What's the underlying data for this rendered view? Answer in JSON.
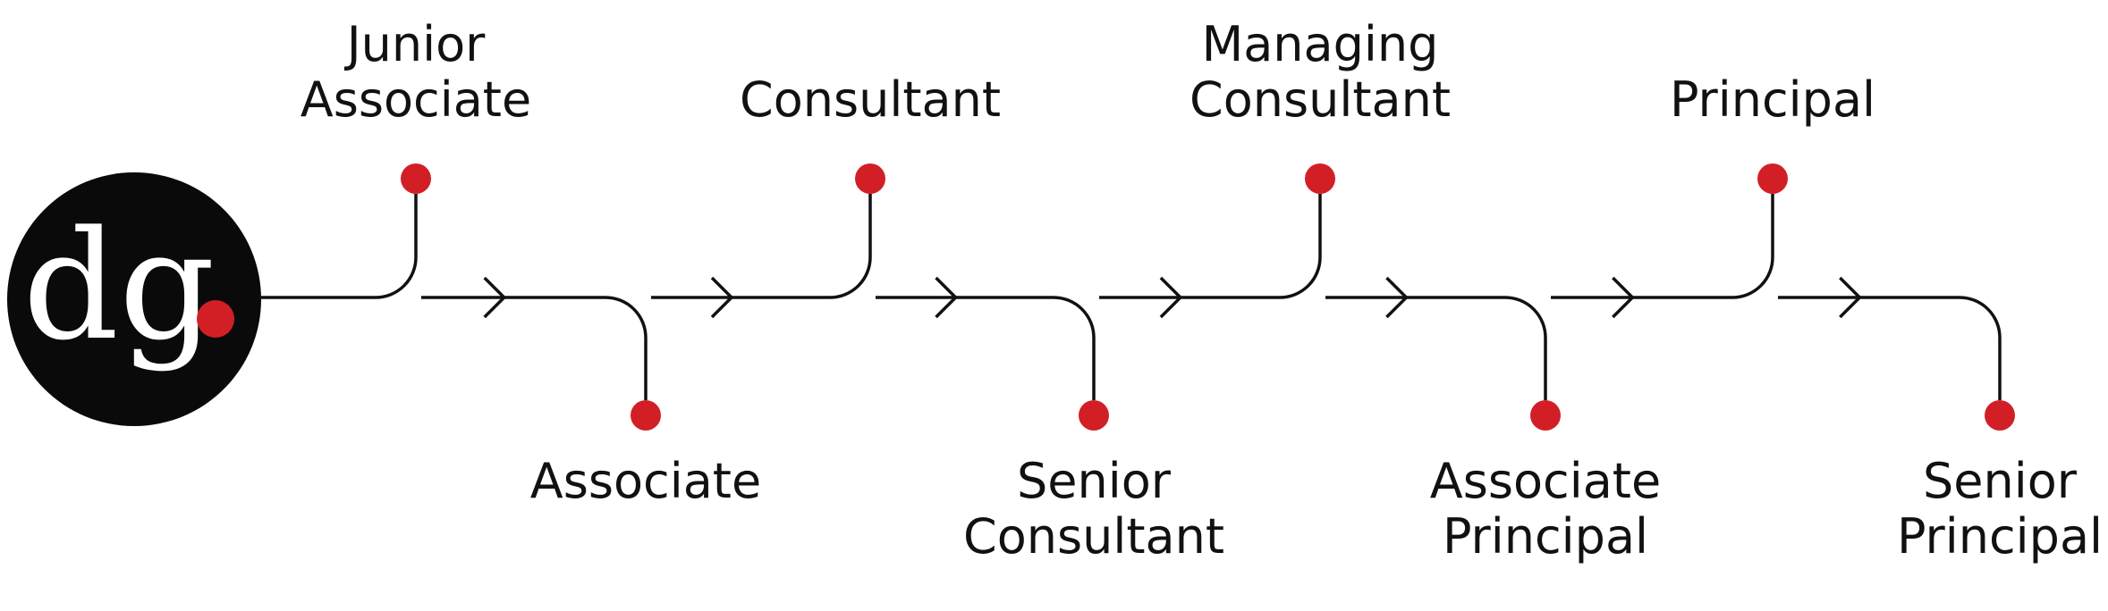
{
  "logo": {
    "text": "dg",
    "bg_color": "#0a0a0a",
    "fg_color": "#ffffff",
    "dot_color": "#d21f26"
  },
  "colors": {
    "line": "#111111",
    "node": "#d21f26",
    "text": "#111111"
  },
  "icons": {
    "connector": "arrow-right-icon",
    "milestone": "red-dot-icon"
  },
  "stages": [
    {
      "title": [
        "Junior",
        "Associate"
      ],
      "side": "top"
    },
    {
      "title": [
        "Associate"
      ],
      "side": "bottom"
    },
    {
      "title": [
        "Consultant"
      ],
      "side": "top"
    },
    {
      "title": [
        "Senior",
        "Consultant"
      ],
      "side": "bottom"
    },
    {
      "title": [
        "Managing",
        "Consultant"
      ],
      "side": "top"
    },
    {
      "title": [
        "Associate",
        "Principal"
      ],
      "side": "bottom"
    },
    {
      "title": [
        "Principal"
      ],
      "side": "top"
    },
    {
      "title": [
        "Senior",
        "Principal"
      ],
      "side": "bottom"
    }
  ]
}
